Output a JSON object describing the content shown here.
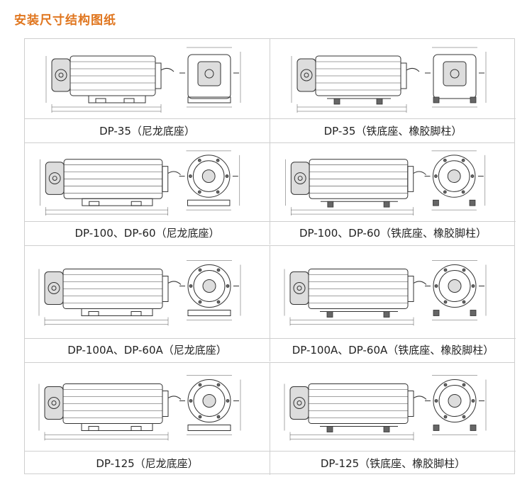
{
  "page": {
    "title": "安装尺寸结构图纸"
  },
  "items": [
    {
      "caption": "DP-35（尼龙底座）",
      "base": "nylon",
      "variant": "35"
    },
    {
      "caption": "DP-35（铁底座、橡胶脚柱）",
      "base": "iron",
      "variant": "35"
    },
    {
      "caption": "DP-100、DP-60（尼龙底座）",
      "base": "nylon",
      "variant": "100"
    },
    {
      "caption": "DP-100、DP-60（铁底座、橡胶脚柱）",
      "base": "iron",
      "variant": "100"
    },
    {
      "caption": "DP-100A、DP-60A（尼龙底座）",
      "base": "nylon",
      "variant": "100A"
    },
    {
      "caption": "DP-100A、DP-60A（铁底座、橡胶脚柱）",
      "base": "iron",
      "variant": "100A"
    },
    {
      "caption": "DP-125（尼龙底座）",
      "base": "nylon",
      "variant": "125"
    },
    {
      "caption": "DP-125（铁底座、橡胶脚柱）",
      "base": "iron",
      "variant": "125"
    }
  ],
  "colors": {
    "title": "#e0761f",
    "border": "#cfcfcf",
    "line": "#333333"
  }
}
